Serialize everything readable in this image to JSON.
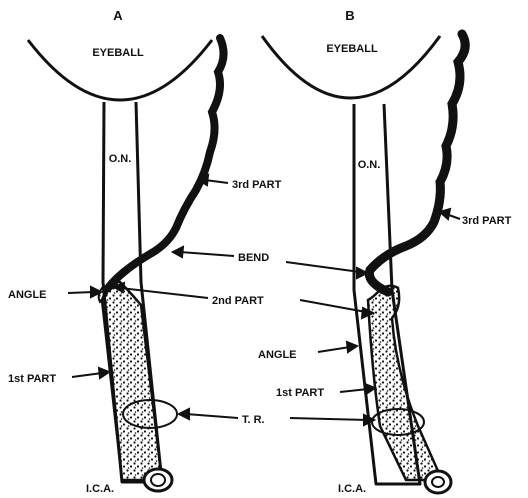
{
  "panels": [
    {
      "letter": "A",
      "eyeball": "EYEBALL",
      "on": "O.N.",
      "third_part": "3rd PART",
      "bend": "BEND",
      "angle": "ANGLE",
      "second_part": "2nd PART",
      "first_part": "1st PART",
      "tr": "T. R.",
      "ica": "I.C.A."
    },
    {
      "letter": "B",
      "eyeball": "EYEBALL",
      "on": "O.N.",
      "third_part": "3rd PART",
      "angle": "ANGLE",
      "first_part": "1st PART",
      "ica": "I.C.A."
    }
  ],
  "colors": {
    "ink": "#111111",
    "paper": "#ffffff"
  }
}
